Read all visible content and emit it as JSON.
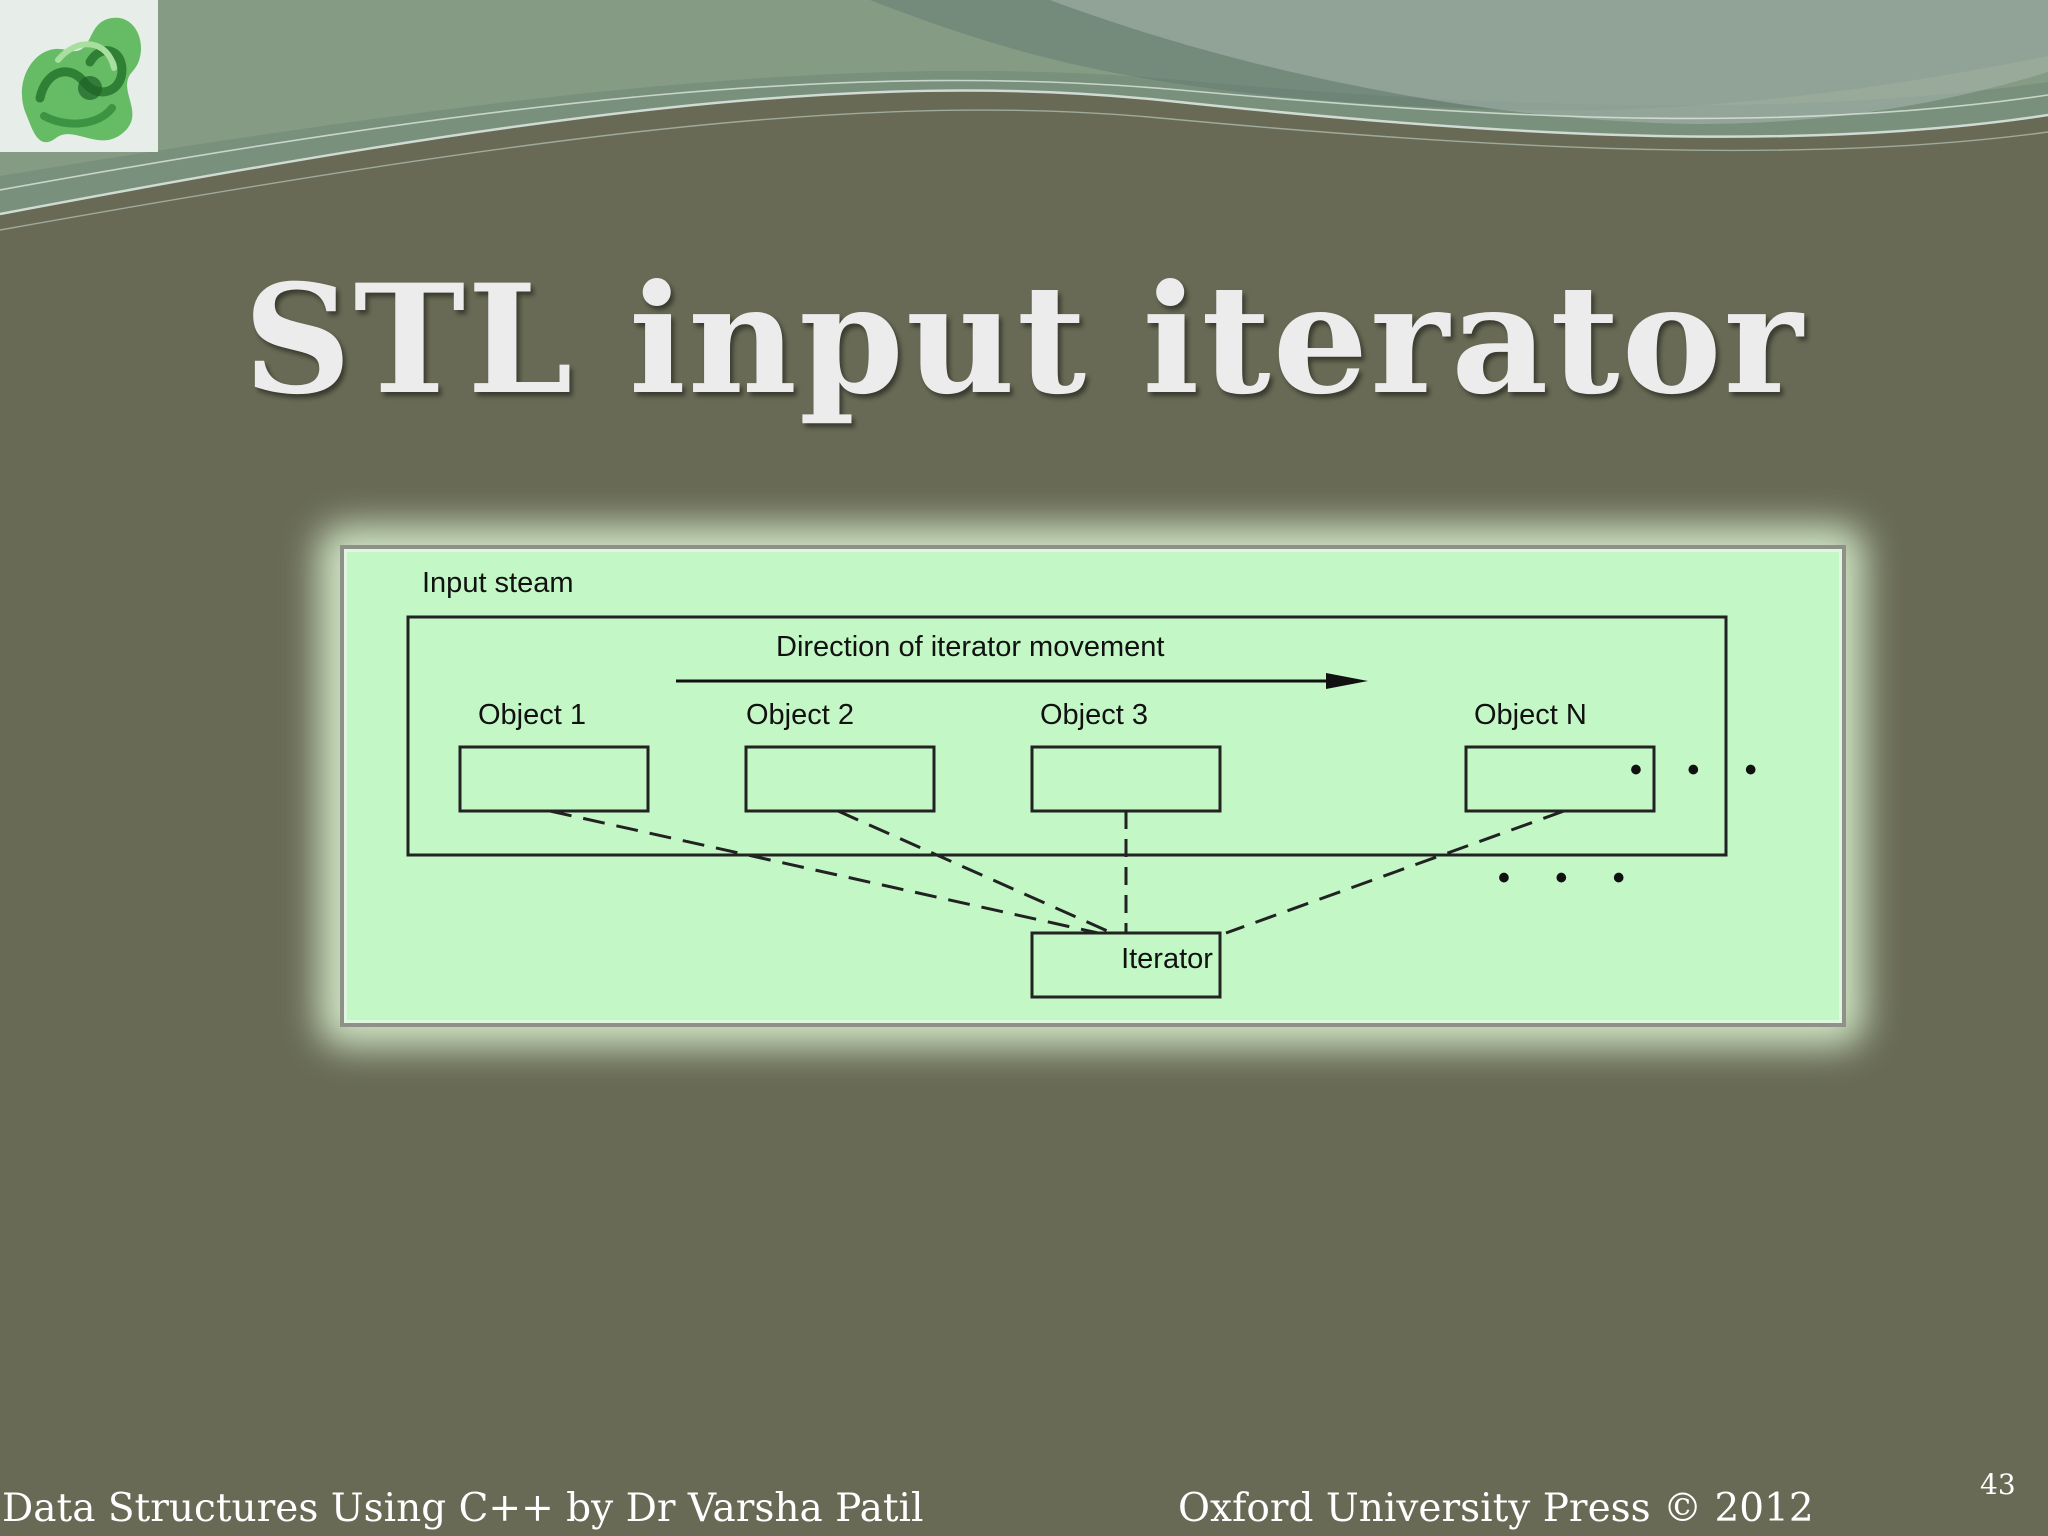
{
  "slide": {
    "title": "STL input iterator",
    "page_number": "43"
  },
  "diagram": {
    "stream_label": "Input steam",
    "direction_label": "Direction of iterator movement",
    "objects": [
      "Object 1",
      "Object 2",
      "Object 3",
      "Object N"
    ],
    "ellipsis": "• • •",
    "iterator_label": "Iterator"
  },
  "footer": {
    "left_text": "Data Structures Using C++ by Dr Varsha Patil",
    "right_text": "Oxford University Press  © 2012"
  },
  "colors": {
    "background": "#686a55",
    "diagram_fill": "#c4f7c6",
    "title_text": "#ececec",
    "footer_text": "#ffffff"
  },
  "icons": {
    "logo": "green-knot-logo-icon"
  }
}
